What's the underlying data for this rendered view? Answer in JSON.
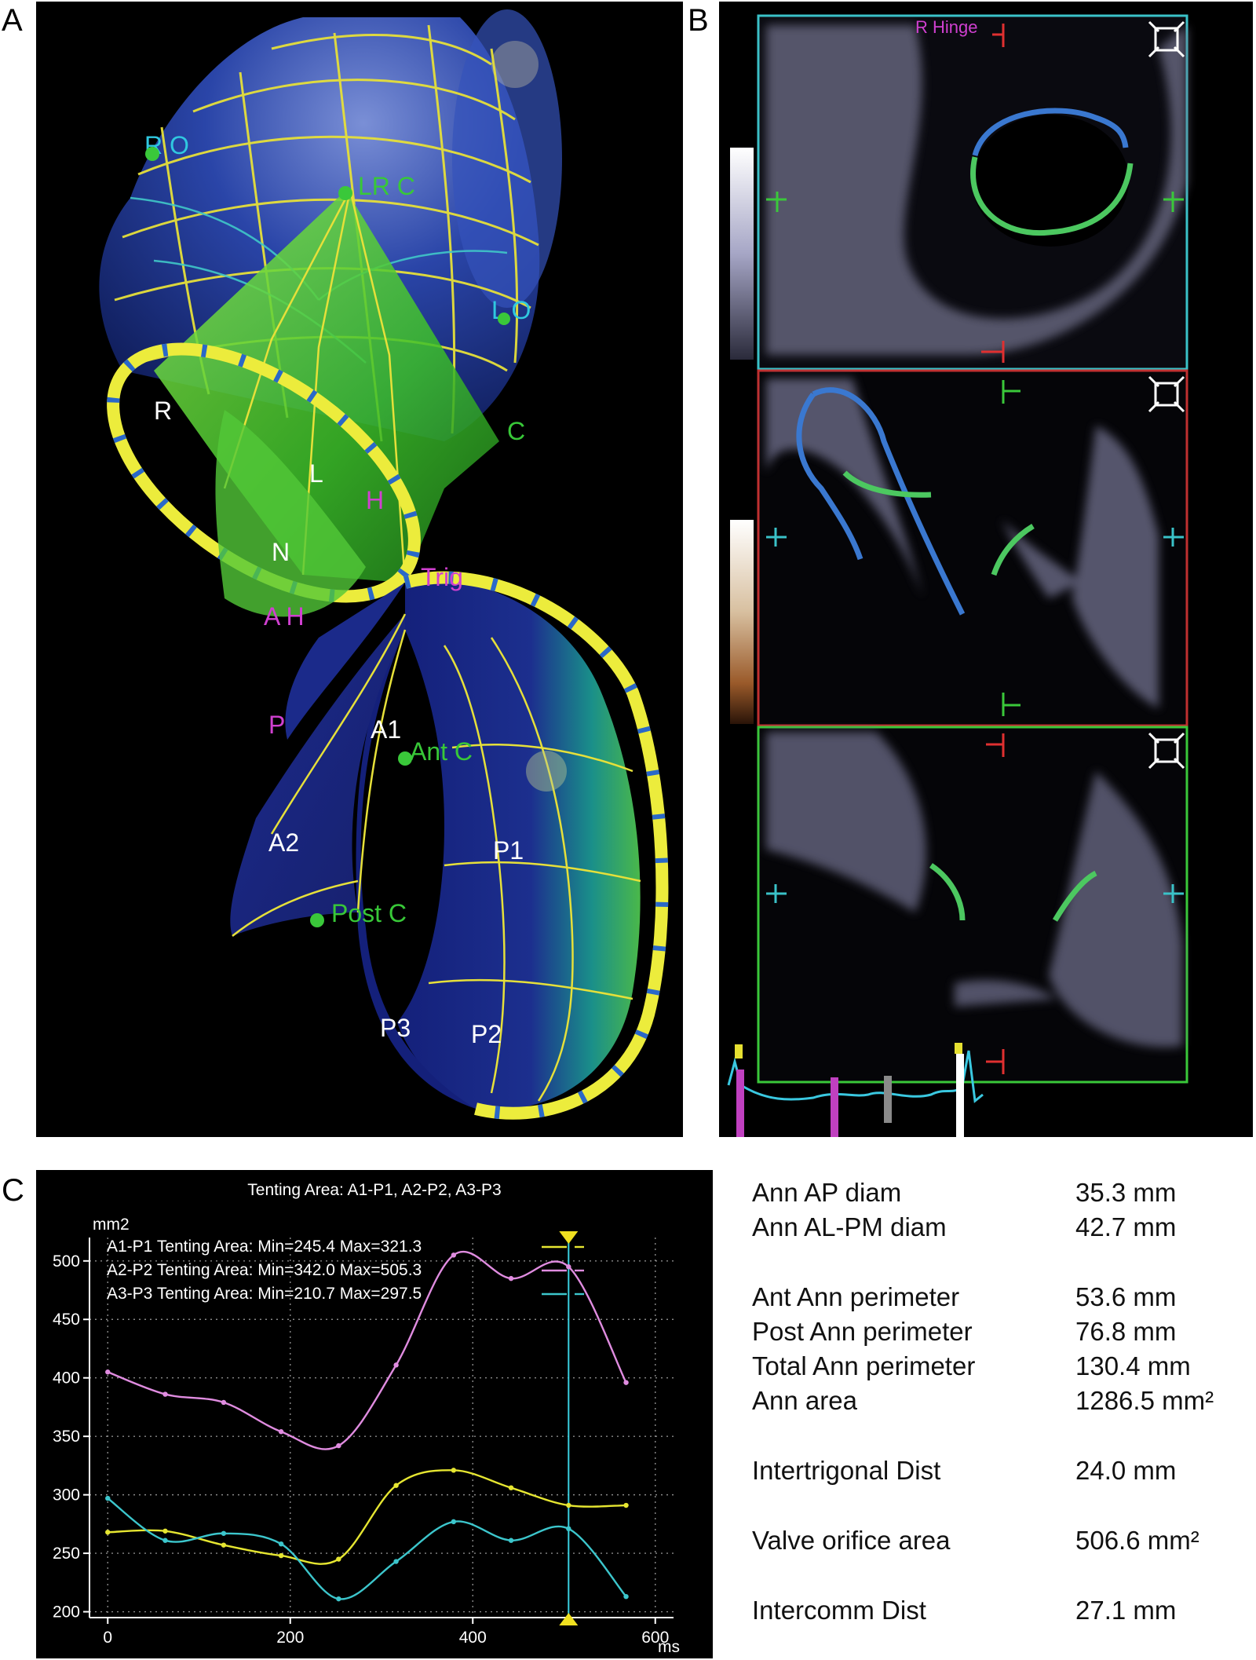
{
  "panels": {
    "a": "A",
    "b": "B",
    "c": "C"
  },
  "model3d": {
    "labels": {
      "r_o": "R O",
      "lr_c": "LR C",
      "l_o": "L O",
      "r": "R",
      "c": "C",
      "l": "L",
      "h_upper": "H",
      "n": "N",
      "trig": "Trig",
      "a_h": "A H",
      "p": "P",
      "a1": "A1",
      "ant_c": "Ant C",
      "a2": "A2",
      "p1": "P1",
      "post_c": "Post C",
      "p3": "P3",
      "p2": "P2"
    }
  },
  "echo": {
    "top_label": "R Hinge"
  },
  "chart_data": {
    "type": "line",
    "title": "Tenting Area: A1-P1, A2-P2, A3-P3",
    "ylabel": "mm2",
    "xlabel": "ms",
    "xlim": [
      -20,
      620
    ],
    "ylim": [
      195,
      520
    ],
    "xticks": [
      0,
      200,
      400,
      600
    ],
    "yticks": [
      200,
      250,
      300,
      350,
      400,
      450,
      500
    ],
    "grid": true,
    "legend_position": "top-left",
    "marker_x": 505,
    "series": [
      {
        "name": "A1-P1 Tenting Area: Min=245.4 Max=321.3",
        "color": "#e6e631",
        "x": [
          0,
          63,
          127,
          190,
          253,
          316,
          379,
          442,
          505,
          568
        ],
        "y": [
          268,
          269,
          257,
          248,
          245,
          308,
          321,
          306,
          291,
          291
        ]
      },
      {
        "name": "A2-P2 Tenting Area: Min=342.0 Max=505.3",
        "color": "#e08ce0",
        "x": [
          0,
          63,
          127,
          190,
          253,
          316,
          379,
          442,
          505,
          568
        ],
        "y": [
          405,
          386,
          379,
          354,
          342,
          411,
          505,
          485,
          495,
          396
        ]
      },
      {
        "name": "A3-P3 Tenting Area: Min=210.7 Max=297.5",
        "color": "#3cc6cc",
        "x": [
          0,
          63,
          127,
          190,
          253,
          316,
          379,
          442,
          505,
          568
        ],
        "y": [
          297,
          261,
          267,
          258,
          211,
          243,
          277,
          261,
          271,
          213
        ]
      }
    ]
  },
  "measurements": [
    {
      "label": "Ann AP diam",
      "value": "35.3 mm"
    },
    {
      "label": "Ann AL-PM diam",
      "value": "42.7 mm"
    },
    {
      "label": "Ant Ann perimeter",
      "value": "53.6 mm"
    },
    {
      "label": "Post Ann perimeter",
      "value": "76.8 mm"
    },
    {
      "label": "Total Ann perimeter",
      "value": "130.4 mm"
    },
    {
      "label": "Ann area",
      "value": "1286.5 mm²"
    },
    {
      "label": "Intertrigonal Dist",
      "value": "24.0 mm"
    },
    {
      "label": "Valve orifice area",
      "value": "506.6 mm²"
    },
    {
      "label": "Intercomm Dist",
      "value": "27.1 mm"
    }
  ]
}
